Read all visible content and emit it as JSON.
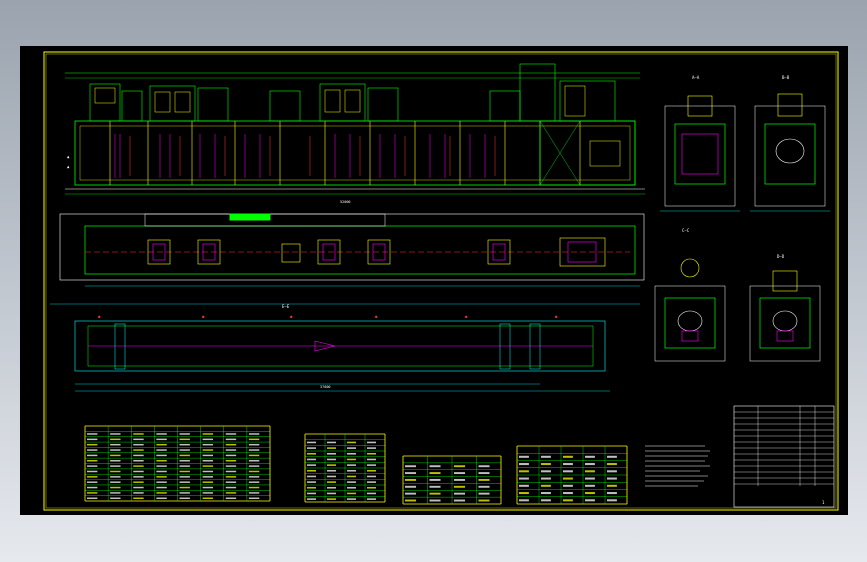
{
  "section_labels": {
    "end_view_1": "A—A",
    "end_view_2": "B—B",
    "end_view_3": "C—C",
    "end_view_4": "D—D",
    "plan_view": "E—E"
  },
  "dimensions": {
    "total_length": "52000",
    "bottom_span": "37000"
  },
  "tables": {
    "equipment_list": {
      "rows": 14,
      "cols": 8
    },
    "parameter_table": {
      "rows": 12,
      "cols": 4
    },
    "table_3": {
      "rows": 7,
      "cols": 4
    },
    "table_4": {
      "rows": 8,
      "cols": 5
    }
  },
  "title_block": {
    "drawing_name": "",
    "sheet": "1"
  },
  "colors": {
    "frame": "#ffff00",
    "structure": "#00ff00",
    "equipment": "#ff00ff",
    "dimension": "#00ffff",
    "text": "#ffffff",
    "background": "#000000"
  }
}
